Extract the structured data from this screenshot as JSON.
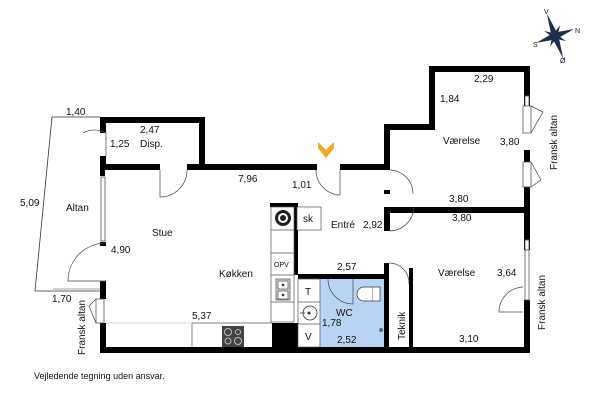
{
  "plan": {
    "rooms": {
      "altan": {
        "name": "Altan",
        "dim_left": "5,09",
        "dim_top": "1,40",
        "dim_bottom": "1,70"
      },
      "disp": {
        "name": "Disp.",
        "dim_width": "2,47",
        "dim_height": "1,25"
      },
      "stue": {
        "name": "Stue",
        "dim_top": "7,96",
        "dim_left": "4,90"
      },
      "kokken": {
        "name": "Køkken",
        "dim_bottom": "5,37"
      },
      "entre": {
        "name": "Entré",
        "dim_height": "2,92",
        "dim_door": "1,01",
        "dim_bottom": "2,57"
      },
      "vaerelse_1": {
        "name": "Værelse",
        "dim_top": "2,29",
        "dim_notch": "1,84",
        "dim_right": "3,80",
        "dim_bottom": "3,80"
      },
      "vaerelse_2": {
        "name": "Værelse",
        "dim_top": "3,80",
        "dim_right": "3,64",
        "dim_bottom": "3,10"
      },
      "wc": {
        "name": "WC",
        "dim_height": "1,78",
        "dim_width": "2,52"
      },
      "teknik": {
        "name": "Teknik"
      }
    },
    "fixtures": {
      "sk": "sk",
      "opv": "OPV",
      "t": "T",
      "v": "V"
    },
    "fransk_altan_labels": [
      "Fransk altan",
      "Fransk altan",
      "Fransk altan"
    ],
    "compass": {
      "n": "N",
      "s": "S",
      "v": "V",
      "o": "Ø"
    },
    "entrance_marker_color": "#f5a623",
    "wc_fill_color": "#b9d3f5",
    "disclaimer": "Vejledende tegning uden ansvar."
  }
}
